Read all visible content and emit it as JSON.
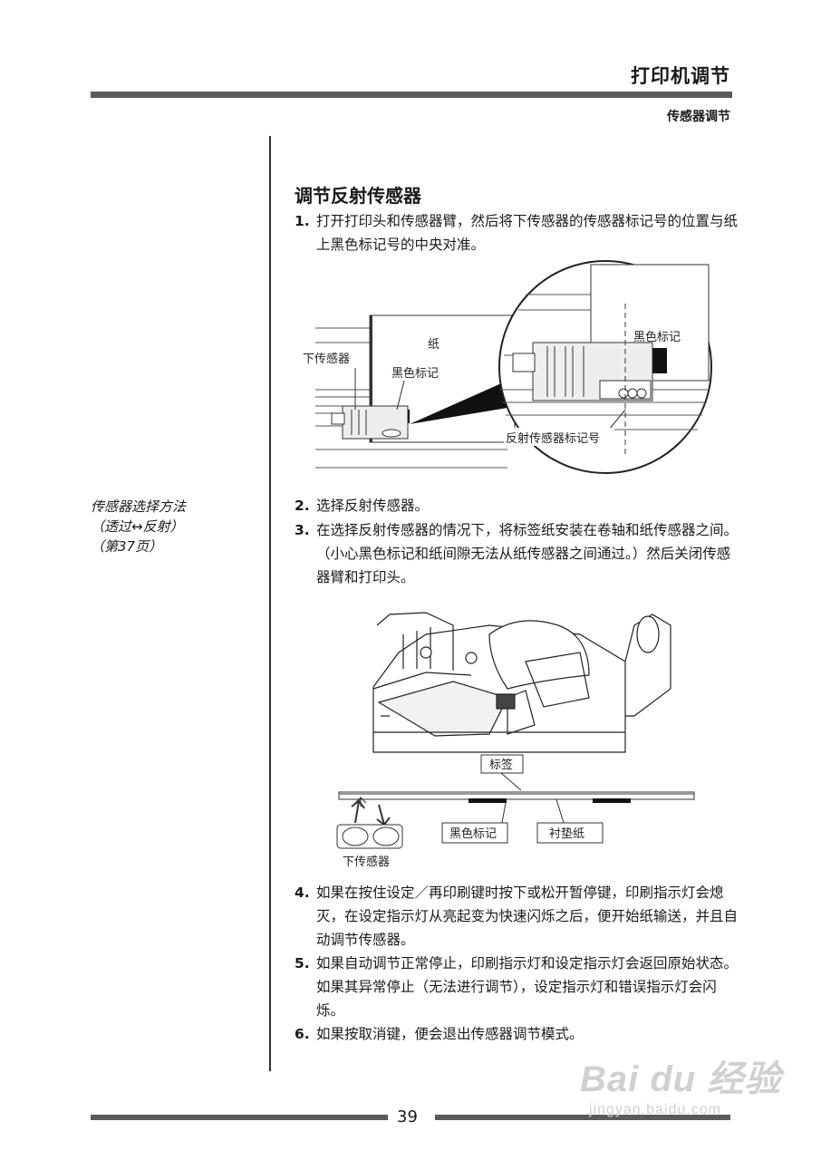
{
  "header": {
    "chapter_title": "打印机调节",
    "section_label": "传感器调节"
  },
  "side_note": {
    "line1": "传感器选择方法",
    "line2": "（透过↔反射）",
    "line3": "（第37页）"
  },
  "main": {
    "heading": "调节反射传感器",
    "steps": [
      {
        "num": "1.",
        "text": "打开打印头和传感器臂，然后将下传感器的传感器标记号的位置与纸上黑色标记号的中央对准。"
      },
      {
        "num": "2.",
        "text": "选择反射传感器。"
      },
      {
        "num": "3.",
        "text": "在选择反射传感器的情况下，将标签纸安装在卷轴和纸传感器之间。（小心黑色标记和纸间隙无法从纸传感器之间通过。）然后关闭传感器臂和打印头。"
      },
      {
        "num": "4.",
        "text": "如果在按住设定／再印刷键时按下或松开暂停键，印刷指示灯会熄灭，在设定指示灯从亮起变为快速闪烁之后，便开始纸输送，并且自动调节传感器。"
      },
      {
        "num": "5.",
        "text": "如果自动调节正常停止，印刷指示灯和设定指示灯会返回原始状态。如果其异常停止（无法进行调节），设定指示灯和错误指示灯会闪烁。"
      },
      {
        "num": "6.",
        "text": "如果按取消键，便会退出传感器调节模式。"
      }
    ]
  },
  "figure1": {
    "paper": "纸",
    "lower_sensor": "下传感器",
    "black_mark": "黑色标记",
    "black_mark_zoom": "黑色标记",
    "reflective_mark": "反射传感器标记号"
  },
  "figure3": {
    "label": "标签",
    "black_mark": "黑色标记",
    "liner": "衬垫纸",
    "lower_sensor": "下传感器"
  },
  "footer": {
    "page_number": "39"
  },
  "watermark": {
    "main": "Bai du 经验",
    "sub": "jingyan.baidu.com"
  }
}
